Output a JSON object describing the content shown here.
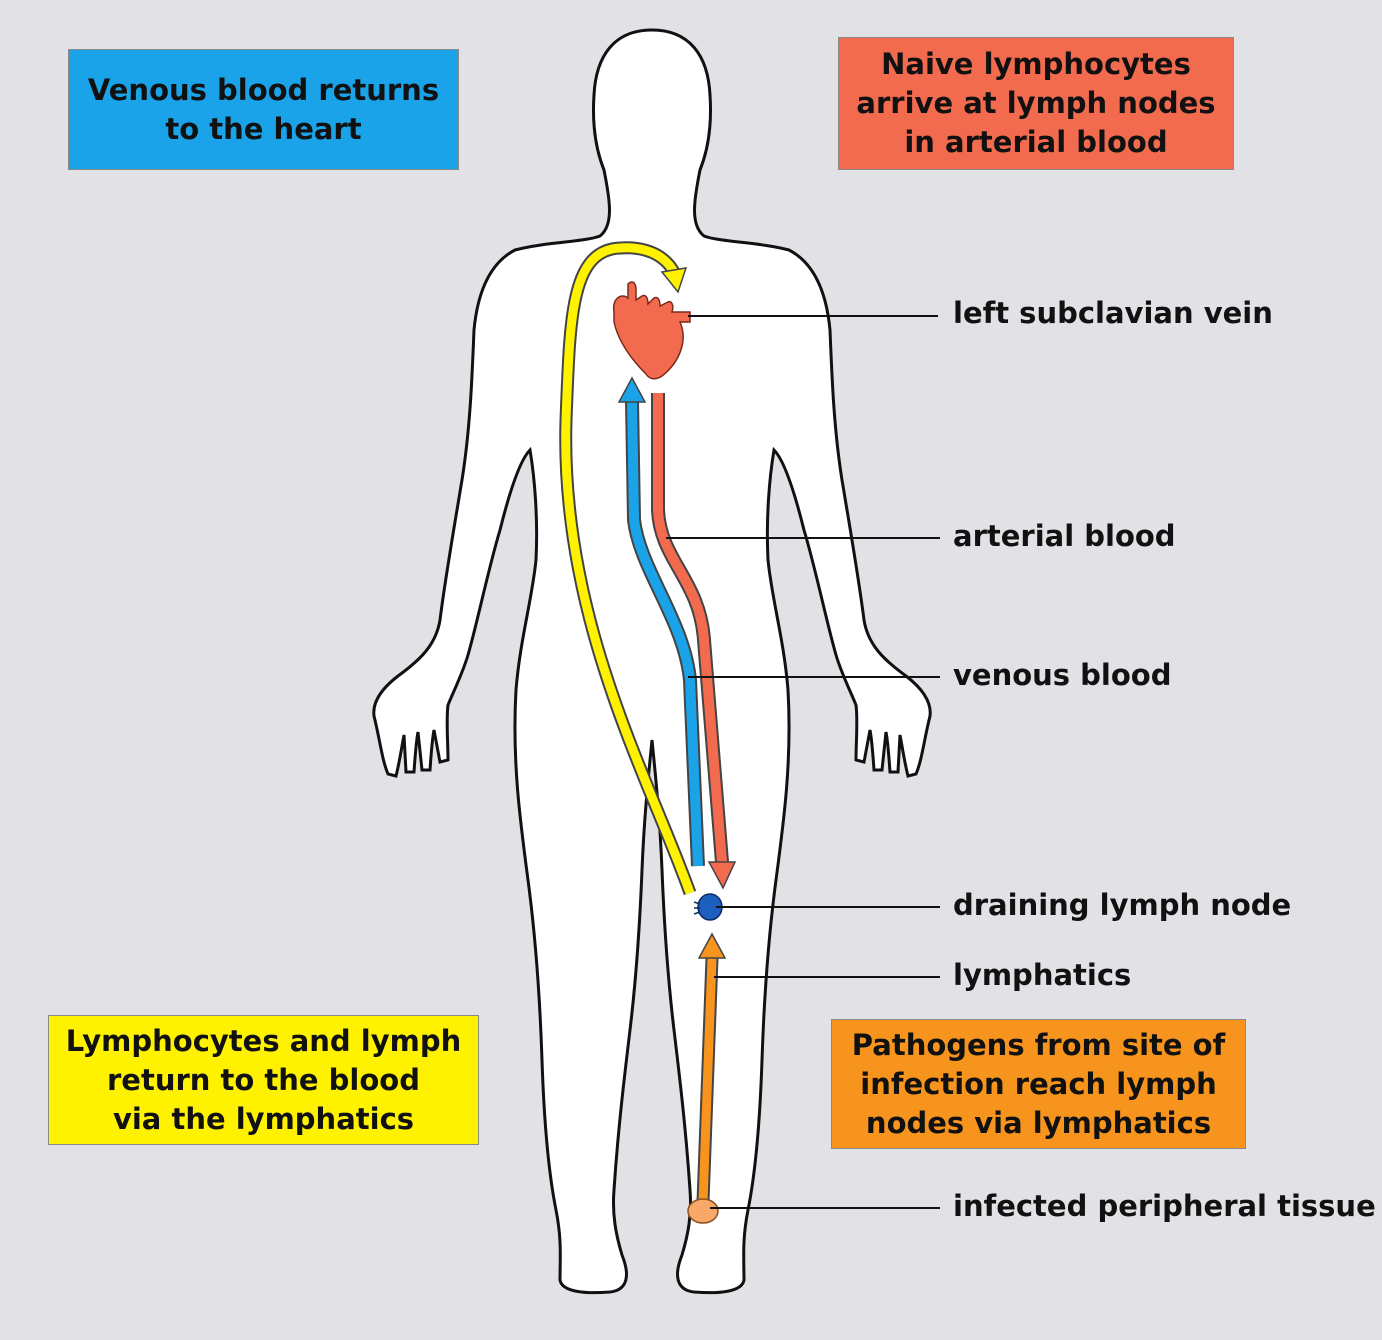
{
  "colors": {
    "background": "#e2e2e6",
    "venous": "#1aa3e8",
    "arterial": "#f26b4f",
    "lymph_return": "#fff200",
    "pathogen": "#f7941d",
    "node": "#1c5fbf"
  },
  "boxes": {
    "venous_return": "Venous blood returns\nto the heart",
    "naive_lymphocytes": "Naive lymphocytes\narrive at lymph nodes\nin arterial blood",
    "lymph_return": "Lymphocytes and lymph\nreturn to the blood\nvia the lymphatics",
    "pathogens": "Pathogens from site of\ninfection reach lymph\nnodes via lymphatics"
  },
  "labels": {
    "subclavian": "left subclavian vein",
    "arterial": "arterial blood",
    "venous": "venous blood",
    "node": "draining lymph node",
    "lymphatics": "lymphatics",
    "infected": "infected peripheral tissue"
  }
}
